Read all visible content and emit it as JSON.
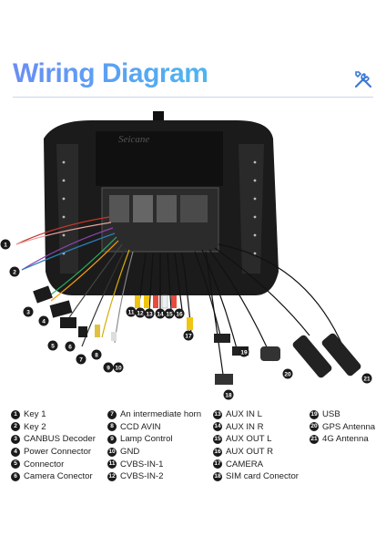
{
  "header": {
    "title": "Wiring Diagram",
    "icon": "tools-icon"
  },
  "diagram": {
    "brand": "Seicane"
  },
  "legend": {
    "columns": [
      [
        {
          "num": "1",
          "label": "Key 1"
        },
        {
          "num": "2",
          "label": "Key 2"
        },
        {
          "num": "3",
          "label": "CANBUS Decoder"
        },
        {
          "num": "4",
          "label": "Power Connector"
        },
        {
          "num": "5",
          "label": "Connector"
        },
        {
          "num": "6",
          "label": "Camera Conector"
        }
      ],
      [
        {
          "num": "7",
          "label": "An intermediate horn"
        },
        {
          "num": "8",
          "label": "CCD AVIN"
        },
        {
          "num": "9",
          "label": "Lamp Control"
        },
        {
          "num": "10",
          "label": "GND"
        },
        {
          "num": "11",
          "label": "CVBS-IN-1"
        },
        {
          "num": "12",
          "label": "CVBS-IN-2"
        }
      ],
      [
        {
          "num": "13",
          "label": "AUX IN L"
        },
        {
          "num": "14",
          "label": "AUX IN R"
        },
        {
          "num": "15",
          "label": "AUX OUT L"
        },
        {
          "num": "16",
          "label": "AUX OUT R"
        },
        {
          "num": "17",
          "label": "CAMERA"
        },
        {
          "num": "18",
          "label": "SIM card Conector"
        }
      ],
      [
        {
          "num": "19",
          "label": "USB"
        },
        {
          "num": "20",
          "label": "GPS Antenna"
        },
        {
          "num": "21",
          "label": "4G Antenna"
        }
      ]
    ]
  },
  "colors": {
    "title_start": "#6a8ef5",
    "title_end": "#4db5f0",
    "panel": "#1b1b1b",
    "badge": "#1a1a1a"
  }
}
